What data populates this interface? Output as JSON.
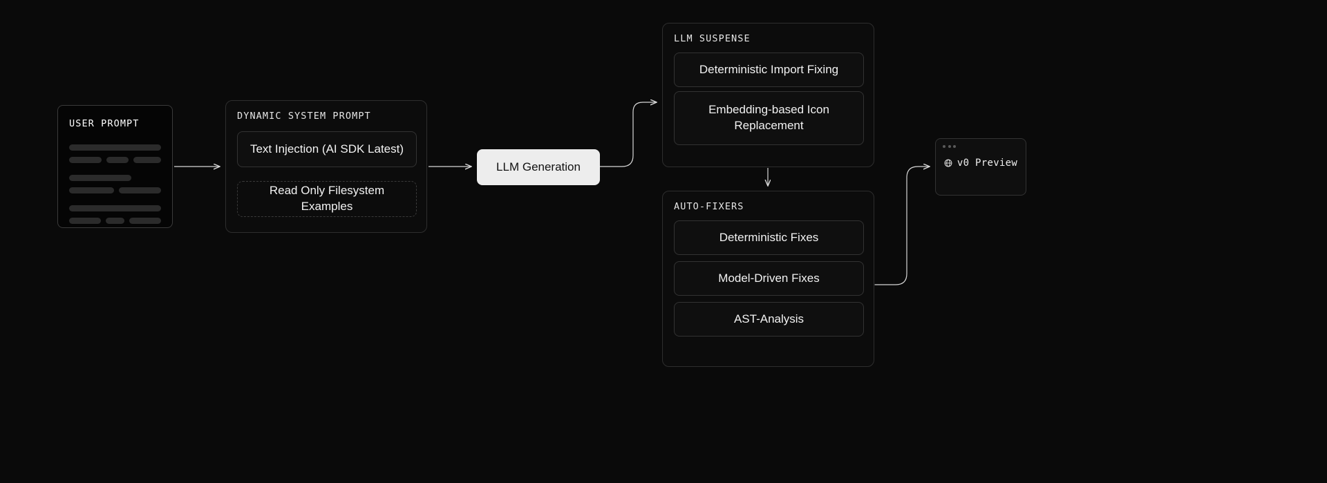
{
  "theme": {
    "background": "#0a0a0a",
    "text": "#ededed",
    "border": "#2e2e2e",
    "accent_fill": "#ededed",
    "accent_text": "#111111"
  },
  "nodes": {
    "user_prompt": {
      "title": "USER PROMPT",
      "skeleton_rows": [
        [
          140
        ],
        [
          55,
          38,
          47
        ],
        [
          90
        ],
        [
          72,
          68
        ],
        [
          140
        ],
        [
          50,
          30,
          50
        ]
      ]
    },
    "dynamic_system_prompt": {
      "title": "DYNAMIC SYSTEM PROMPT",
      "items": [
        {
          "label": "Text Injection (AI SDK Latest)",
          "style": "solid"
        },
        {
          "label": "Read Only Filesystem Examples",
          "style": "dashed"
        }
      ]
    },
    "llm_generation": {
      "label": "LLM Generation"
    },
    "llm_suspense": {
      "title": "LLM SUSPENSE",
      "items": [
        {
          "label": "Deterministic Import Fixing"
        },
        {
          "label": "Embedding-based Icon Replacement"
        }
      ]
    },
    "auto_fixers": {
      "title": "AUTO-FIXERS",
      "items": [
        {
          "label": "Deterministic Fixes"
        },
        {
          "label": "Model-Driven Fixes"
        },
        {
          "label": "AST-Analysis"
        }
      ]
    },
    "v0_preview": {
      "label": "v0 Preview",
      "icon": "globe-icon",
      "window_dots": 3
    }
  },
  "edges": [
    {
      "from": "user_prompt",
      "to": "dynamic_system_prompt",
      "style": "straight-arrow"
    },
    {
      "from": "dynamic_system_prompt",
      "to": "llm_generation",
      "style": "straight-arrow"
    },
    {
      "from": "llm_generation",
      "to": "llm_suspense",
      "style": "elbow-arrow-up"
    },
    {
      "from": "llm_suspense",
      "to": "auto_fixers",
      "style": "straight-arrow-down"
    },
    {
      "from": "auto_fixers",
      "to": "v0_preview",
      "style": "elbow-arrow-up"
    }
  ]
}
